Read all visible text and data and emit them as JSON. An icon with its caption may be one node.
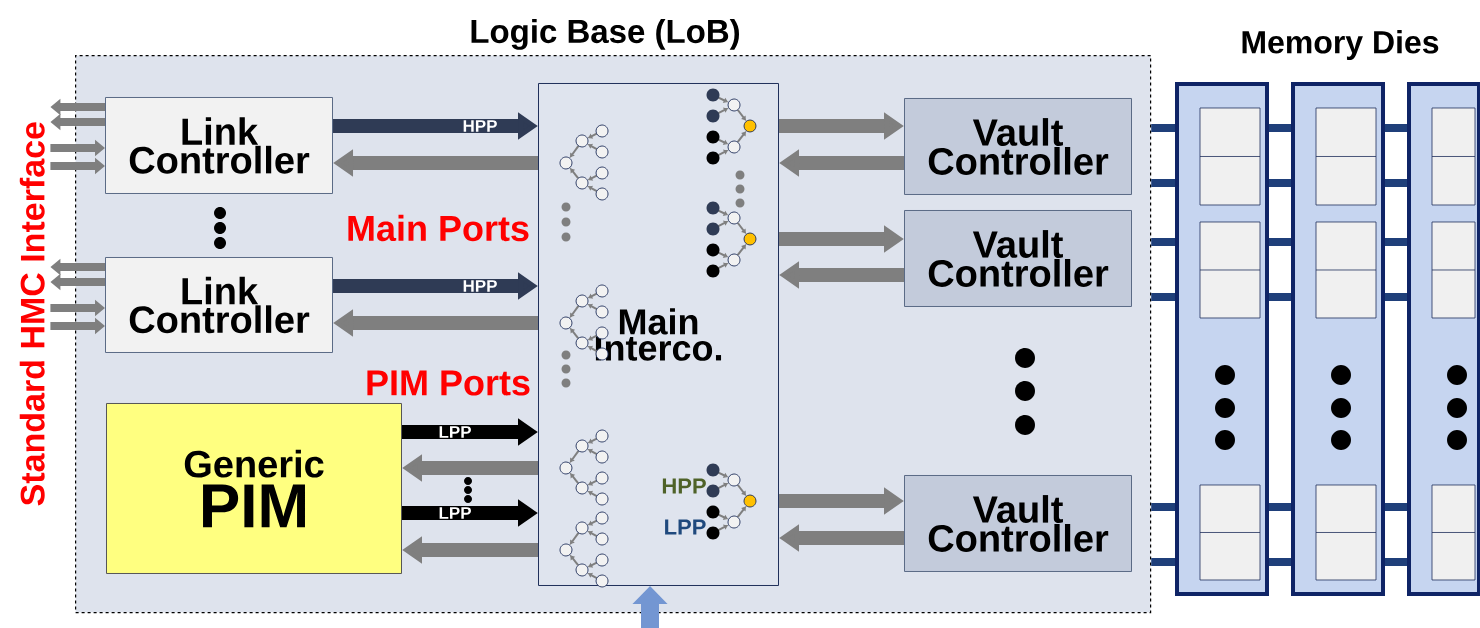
{
  "diagram": {
    "nodes": [
      {
        "text": [
          "Logic Base (LoB)"
        ]
      },
      {
        "text": [
          "Link Controller"
        ],
        "in": 0
      },
      {
        "text": [
          "Link Controller"
        ],
        "in": 0
      },
      {
        "text": [
          "Generic",
          "PIM"
        ],
        "in": 0
      },
      {
        "text": [
          "Main Interco."
        ],
        "in": 0
      },
      {
        "text": [
          "Vault Controller"
        ],
        "in": 0
      },
      {
        "text": [
          "Vault Controller"
        ],
        "in": 0
      },
      {
        "text": [
          "Vault Controller"
        ],
        "in": 0
      },
      {
        "text": [],
        "shape": "box"
      },
      {
        "text": [],
        "shape": "box"
      },
      {
        "text": [],
        "shape": "box"
      },
      {
        "text": [
          "Standard HMC Interface"
        ]
      }
    ],
    "edges": [
      {
        "from": 1,
        "to": 11,
        "arrow": "to"
      },
      {
        "from": 1,
        "to": 11,
        "arrow": "to"
      },
      {
        "from": 11,
        "to": 1,
        "arrow": "to"
      },
      {
        "from": 11,
        "to": 1,
        "arrow": "to"
      },
      {
        "from": 2,
        "to": 11,
        "arrow": "to"
      },
      {
        "from": 2,
        "to": 11,
        "arrow": "to"
      },
      {
        "from": 11,
        "to": 2,
        "arrow": "to"
      },
      {
        "from": 11,
        "to": 2,
        "arrow": "to"
      },
      {
        "from": 1,
        "to": 4,
        "arrow": "to",
        "label": "HPP",
        "color": "#2f3b55"
      },
      {
        "from": 4,
        "to": 1,
        "arrow": "to"
      },
      {
        "from": 2,
        "to": 4,
        "arrow": "to",
        "label": "HPP",
        "color": "#2f3b55"
      },
      {
        "from": 4,
        "to": 2,
        "arrow": "to"
      },
      {
        "from": 3,
        "to": 4,
        "arrow": "to",
        "label": "LPP",
        "color": "#000000"
      },
      {
        "from": 4,
        "to": 3,
        "arrow": "to"
      },
      {
        "from": 3,
        "to": 4,
        "arrow": "to",
        "label": "LPP",
        "color": "#000000"
      },
      {
        "from": 4,
        "to": 3,
        "arrow": "to"
      },
      {
        "from": 4,
        "to": 5,
        "arrow": "to"
      },
      {
        "from": 5,
        "to": 4,
        "arrow": "to"
      },
      {
        "from": 4,
        "to": 6,
        "arrow": "to"
      },
      {
        "from": 6,
        "to": 4,
        "arrow": "to"
      },
      {
        "from": 4,
        "to": 7,
        "arrow": "to"
      },
      {
        "from": 7,
        "to": 4,
        "arrow": "to"
      },
      {
        "from": null,
        "to": 4,
        "arrow": "to",
        "color": "#7396d2"
      },
      {
        "from": 0,
        "to": 8,
        "arrow": "none",
        "color": "#1f3f7a"
      },
      {
        "from": 8,
        "to": 9,
        "arrow": "none",
        "color": "#1f3f7a"
      },
      {
        "from": 9,
        "to": 10,
        "arrow": "none",
        "color": "#1f3f7a"
      }
    ],
    "labels": [
      "Memory Dies",
      "Main Ports",
      "PIM Ports",
      "HPP",
      "LPP"
    ]
  }
}
